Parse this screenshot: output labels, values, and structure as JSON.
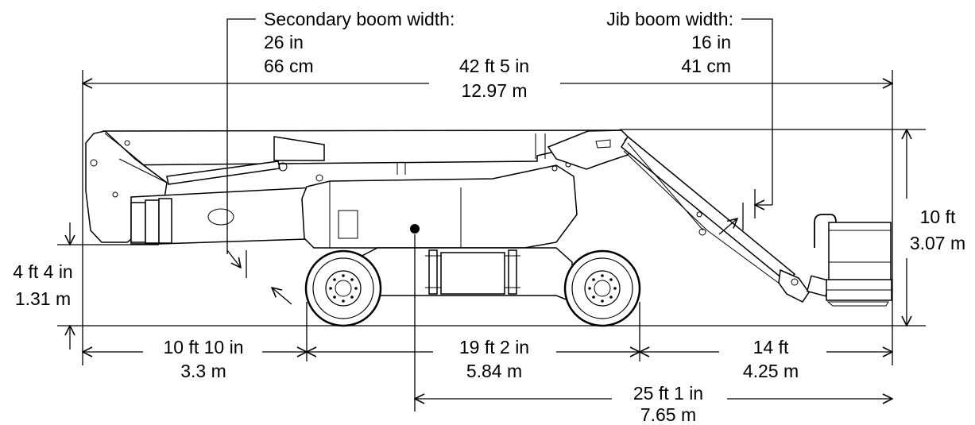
{
  "labels": {
    "secondary_boom": {
      "title": "Secondary boom width:",
      "in": "26 in",
      "cm": "66 cm"
    },
    "jib_boom": {
      "title": "Jib boom width:",
      "in": "16 in",
      "cm": "41 cm"
    },
    "overall_length": {
      "ft": "42 ft 5 in",
      "m": "12.97 m"
    },
    "stowed_height": {
      "ft": "10 ft",
      "m": "3.07 m"
    },
    "boom_height": {
      "ft": "4 ft 4 in",
      "m": "1.31 m"
    },
    "rear_overhang": {
      "ft": "10 ft 10 in",
      "m": "3.3 m"
    },
    "wheelbase": {
      "ft": "19 ft 2 in",
      "m": "5.84 m"
    },
    "front_overhang": {
      "ft": "14 ft",
      "m": "4.25 m"
    },
    "center_to_front": {
      "ft": "25 ft 1 in",
      "m": "7.65 m"
    }
  }
}
